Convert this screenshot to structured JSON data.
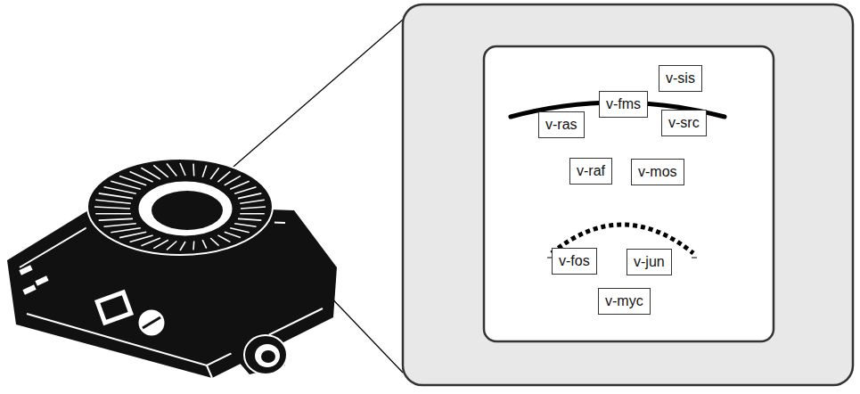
{
  "diagram": {
    "nodes": [
      {
        "text": [
          "v-sis"
        ]
      },
      {
        "text": [
          "v-fms"
        ]
      },
      {
        "text": [
          "v-ras"
        ]
      },
      {
        "text": [
          "v-src"
        ]
      },
      {
        "text": [
          "v-raf"
        ]
      },
      {
        "text": [
          "v-mos"
        ]
      },
      {
        "text": [
          "v-fos"
        ]
      },
      {
        "text": [
          "v-jun"
        ]
      },
      {
        "text": [
          "v-myc"
        ]
      }
    ]
  }
}
